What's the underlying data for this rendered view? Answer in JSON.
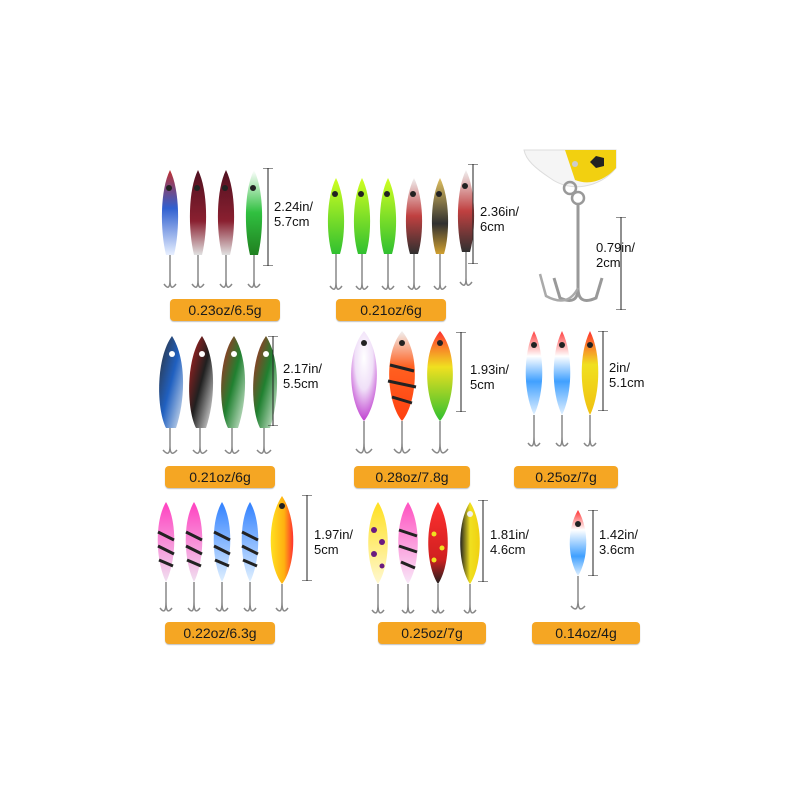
{
  "groups": [
    {
      "id": "g1",
      "weight": "0.23oz/6.5g",
      "length_in": "2.24in/",
      "length_cm": "5.7cm",
      "count": 4
    },
    {
      "id": "g2",
      "weight": "0.21oz/6g",
      "length_in": "2.36in/",
      "length_cm": "6cm",
      "count": 6
    },
    {
      "id": "g3",
      "weight": "0.21oz/6g",
      "length_in": "2.17in/",
      "length_cm": "5.5cm",
      "count": 4
    },
    {
      "id": "g4",
      "weight": "0.28oz/7.8g",
      "length_in": "1.93in/",
      "length_cm": "5cm",
      "count": 3
    },
    {
      "id": "g5",
      "weight": "0.25oz/7g",
      "length_in": "2in/",
      "length_cm": "5.1cm",
      "count": 3
    },
    {
      "id": "g6",
      "weight": "0.22oz/6.3g",
      "length_in": "1.97in/",
      "length_cm": "5cm",
      "count": 5
    },
    {
      "id": "g7",
      "weight": "0.25oz/7g",
      "length_in": "1.81in/",
      "length_cm": "4.6cm",
      "count": 4
    },
    {
      "id": "g8",
      "weight": "0.14oz/4g",
      "length_in": "1.42in/",
      "length_cm": "3.6cm",
      "count": 1
    }
  ],
  "hook_detail": {
    "length_in": "0.79in/",
    "length_cm": "2cm"
  },
  "colors": {
    "badge": "#f5a623"
  }
}
